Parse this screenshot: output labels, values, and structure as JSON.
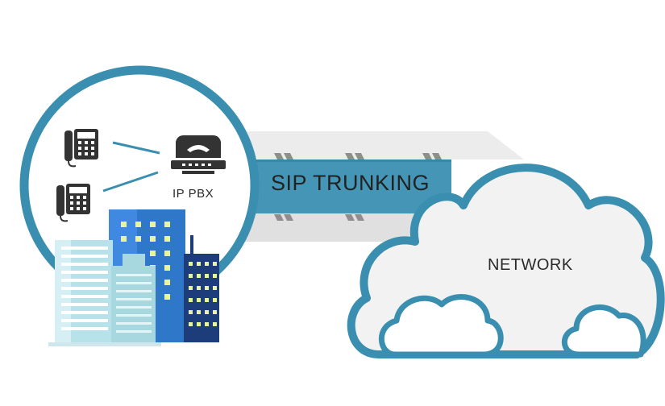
{
  "diagram": {
    "trunk_label": "SIP TRUNKING",
    "pbx_label": "IP PBX",
    "network_label": "NETWORK"
  },
  "colors": {
    "ring": "#3a8fb0",
    "trunk_band": "#4596b6",
    "trunk_gray": "#e2e2e2",
    "cloud_fill": "#f2f2f2",
    "device_dark": "#333333",
    "building_blue": "#2e77c9",
    "building_navy": "#1d3d7a",
    "building_light": "#b8e2ea"
  },
  "icons": [
    "desk-phone-icon",
    "desk-phone-icon",
    "ip-pbx-icon",
    "office-buildings-icon",
    "cloud-icon"
  ]
}
